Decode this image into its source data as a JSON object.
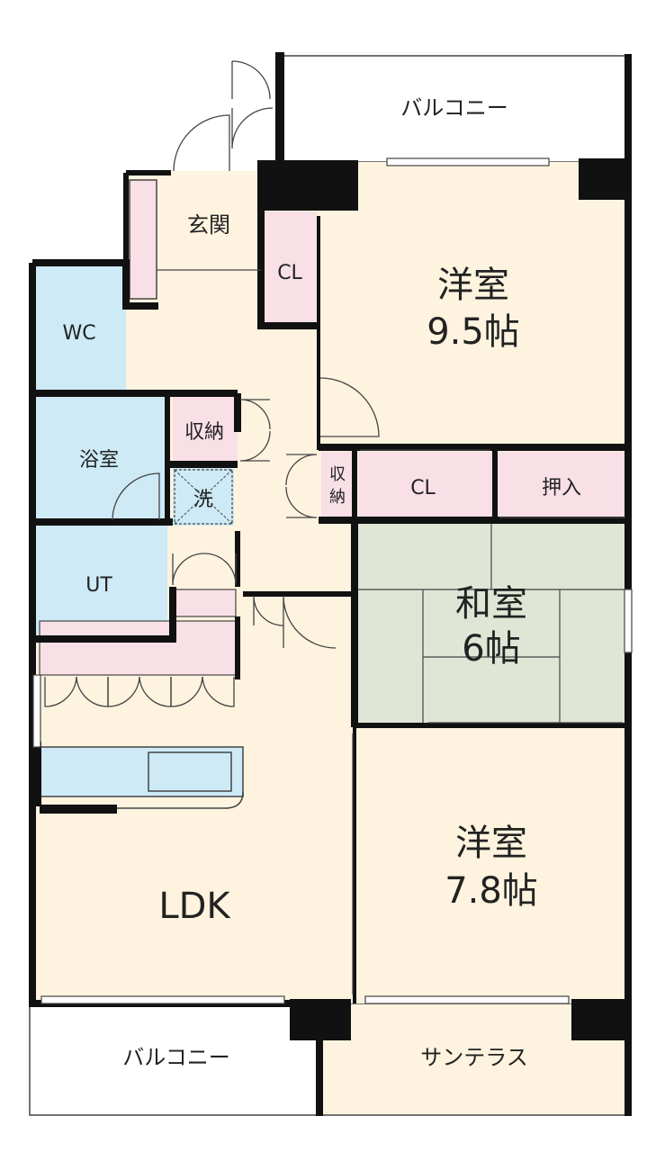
{
  "rooms": {
    "balcony_top": "バルコニー",
    "entrance": "玄関",
    "cl_entrance": "CL",
    "western_1_name": "洋室",
    "western_1_size": "9.5帖",
    "wc": "WC",
    "storage_1": "収納",
    "bath": "浴室",
    "washer": "洗",
    "storage_2_line1": "収",
    "storage_2_line2": "納",
    "cl_2": "CL",
    "oshiire": "押入",
    "ut": "UT",
    "japanese_name": "和室",
    "japanese_size": "6帖",
    "western_2_name": "洋室",
    "western_2_size": "7.8帖",
    "ldk": "LDK",
    "balcony_bottom": "バルコニー",
    "sun_terrace": "サンテラス"
  },
  "colors": {
    "floor": "#fdf3df",
    "closet": "#f9dfe6",
    "wet": "#cdeaf6",
    "tatami": "#dfe6d6",
    "wall": "#111111",
    "outdoor": "#ffffff"
  }
}
